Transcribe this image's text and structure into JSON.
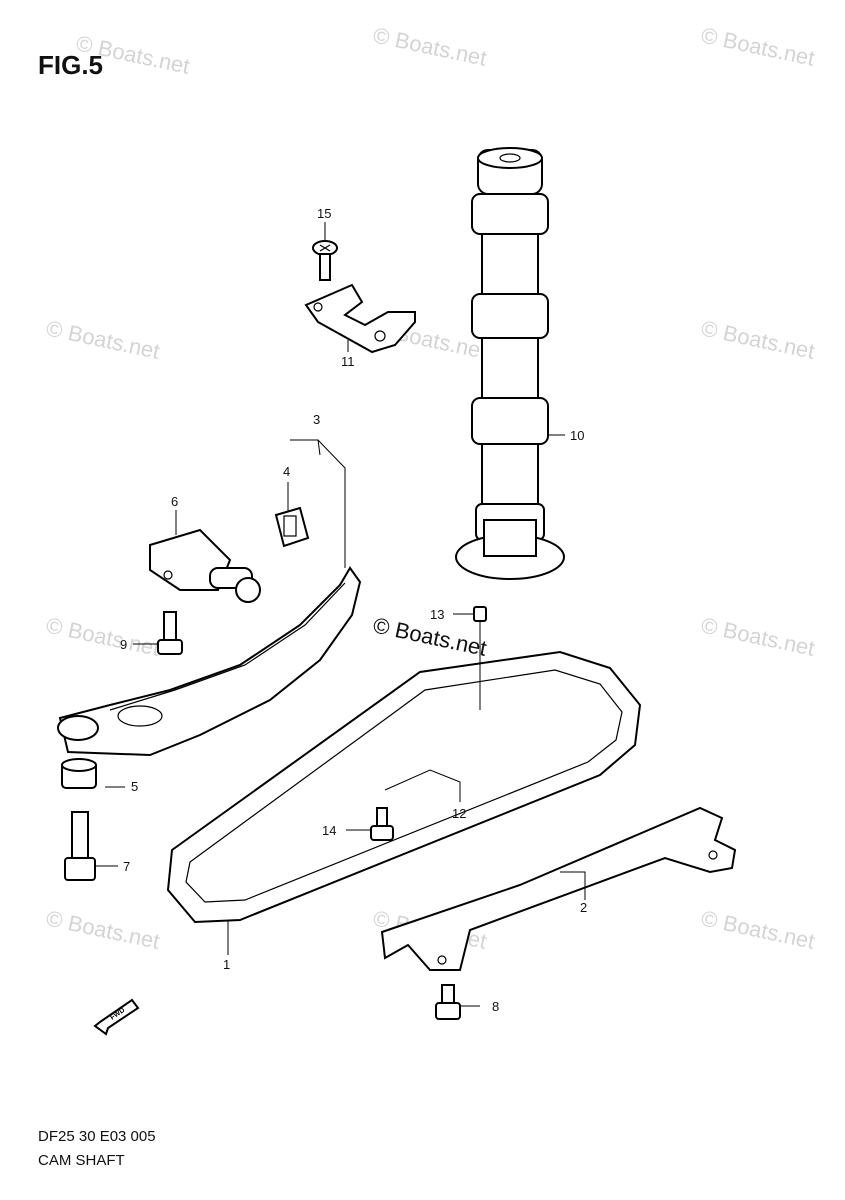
{
  "figure": {
    "title": "FIG.5"
  },
  "watermark": {
    "text": "© Boats.net",
    "center_text": "© Boats.net"
  },
  "footer": {
    "code": "DF25 30 E03 005",
    "name": "CAM SHAFT"
  },
  "fwd_label": "FWD",
  "callouts": {
    "p1": "1",
    "p2": "2",
    "p3": "3",
    "p4": "4",
    "p5": "5",
    "p6": "6",
    "p7": "7",
    "p8": "8",
    "p9": "9",
    "p10": "10",
    "p11": "11",
    "p12": "12",
    "p13": "13",
    "p14": "14",
    "p15": "15"
  }
}
